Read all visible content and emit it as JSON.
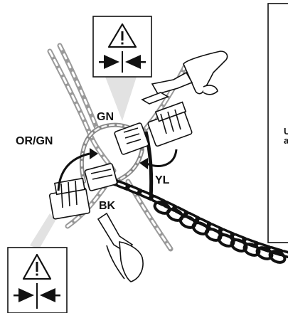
{
  "wire_labels": {
    "gn": "GN",
    "or_gn": "OR/GN",
    "yl": "YL",
    "bk": "BK"
  },
  "right_panel_fragment": {
    "line1": "U",
    "line2": "a"
  },
  "warning_icons": [
    {
      "name": "warning-triangle-icon",
      "symbol": "!"
    },
    {
      "name": "warning-triangle-icon",
      "symbol": "!"
    }
  ],
  "colors": {
    "wire_gray": "#bbbbbb",
    "ink": "#111111",
    "callout_gray": "#e2e2e2"
  }
}
